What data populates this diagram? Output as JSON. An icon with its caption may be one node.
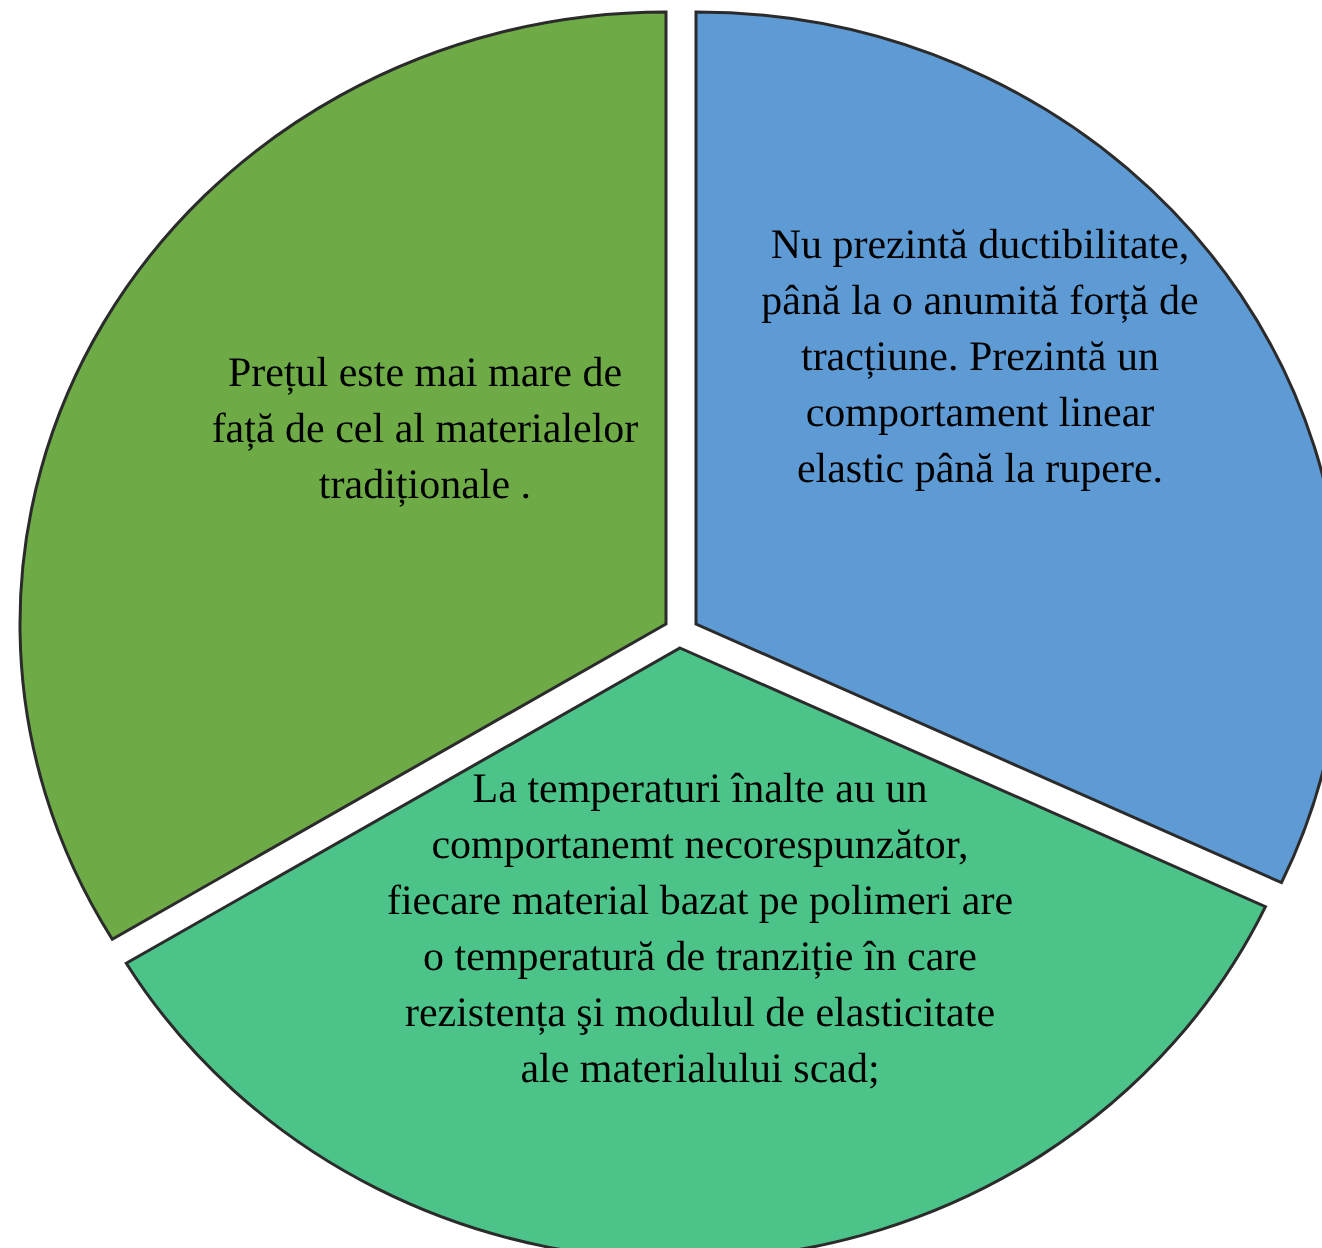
{
  "diagram": {
    "nodes": [
      {
        "text": [
          "Prețul este mai mare de față de cel al materialelor tradiționale ."
        ]
      },
      {
        "text": [
          "Nu prezintă ductibilitate, până la o anumită forță de tracțiune. Prezintă un comportament linear elastic până la rupere."
        ]
      },
      {
        "text": [
          "La temperaturi înalte au un comportanemt necorespunzător, fiecare material bazat pe polimeri are o temperatură de tranziție în care rezistența şi modulul de elasticitate ale materialului scad;"
        ]
      }
    ]
  }
}
